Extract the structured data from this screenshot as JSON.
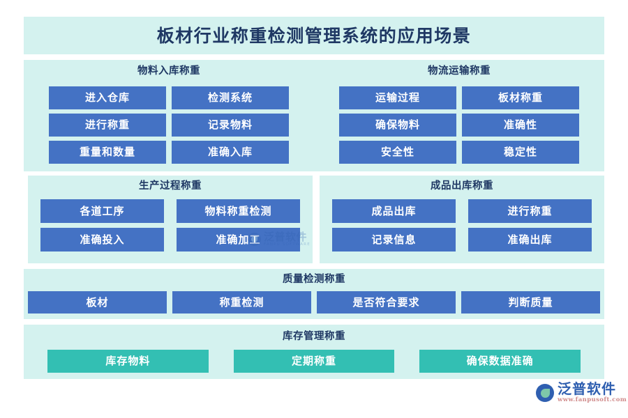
{
  "page": {
    "title": "板材行业称重检测管理系统的应用场景",
    "background_color": "#ffffff",
    "panel_color": "#d4f2ef",
    "button_color": "#4472c4",
    "button_accent_color": "#33bfb3",
    "title_color": "#1f3864"
  },
  "sections": [
    {
      "id": "material-inbound",
      "title": "物料入库称重",
      "buttons": [
        "进入仓库",
        "检测系统",
        "进行称重",
        "记录物料",
        "重量和数量",
        "准确入库"
      ]
    },
    {
      "id": "logistics-transport",
      "title": "物流运输称重",
      "buttons": [
        "运输过程",
        "板材称重",
        "确保物料",
        "准确性",
        "安全性",
        "稳定性"
      ]
    },
    {
      "id": "production-process",
      "title": "生产过程称重",
      "buttons": [
        "各道工序",
        "物料称重检测",
        "准确投入",
        "准确加工"
      ]
    },
    {
      "id": "finished-outbound",
      "title": "成品出库称重",
      "buttons": [
        "成品出库",
        "进行称重",
        "记录信息",
        "准确出库"
      ]
    },
    {
      "id": "quality-inspection",
      "title": "质量检测称重",
      "buttons": [
        "板材",
        "称重检测",
        "是否符合要求",
        "判断质量"
      ]
    },
    {
      "id": "inventory-management",
      "title": "库存管理称重",
      "buttons": [
        "库存物料",
        "定期称重",
        "确保数据准确"
      ]
    }
  ],
  "watermark": {
    "name_cn": "泛普软件",
    "name_en": "FANPU SOFTWARE"
  },
  "logo": {
    "name_cn": "泛普软件",
    "url": "www.fanpusoft.com"
  }
}
